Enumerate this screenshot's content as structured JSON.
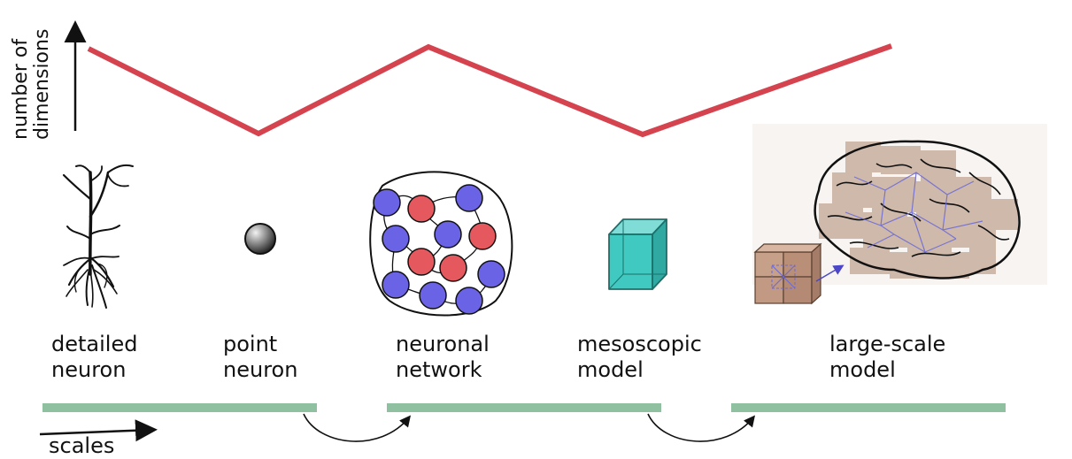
{
  "y_axis_label": [
    "number of",
    "dimensions"
  ],
  "x_axis_label": "scales",
  "models": [
    {
      "line1": "detailed",
      "line2": "neuron"
    },
    {
      "line1": "point",
      "line2": "neuron"
    },
    {
      "line1": "neuronal",
      "line2": "network"
    },
    {
      "line1": "mesoscopic",
      "line2": "model"
    },
    {
      "line1": "large-scale",
      "line2": "model"
    }
  ],
  "dimension_levels": [
    "high",
    "low",
    "high",
    "low",
    "high"
  ],
  "colors": {
    "dimension_line": "#d5434f",
    "scale_bar": "#8fc1a0",
    "excitatory": "#6b63e5",
    "inhibitory": "#e5595e",
    "mesoscopic_cube": "#3fc9c0",
    "brain": "#b08a73"
  }
}
